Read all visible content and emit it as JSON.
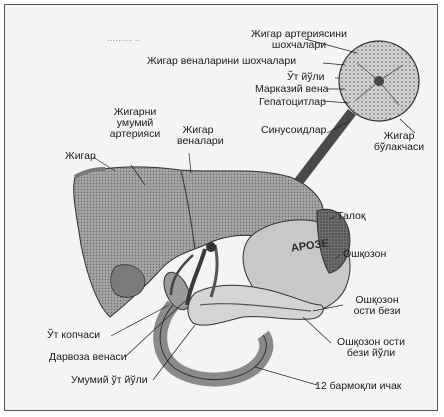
{
  "figure": {
    "small_caption": "......... ..",
    "labels": {
      "hepatic_artery_branches": "Жигар артериясини шохчалари",
      "hepatic_vein_branches": "Жигар веналарини шохчалари",
      "bile_duct": "Ўт йўли",
      "central_vein": "Марказий вена",
      "hepatocytes": "Гепатоцитлар",
      "sinusoids": "Синусоидлар",
      "liver_lobule": "Жигар бўлакчаси",
      "common_hepatic_artery": "Жигарни умумий артерияси",
      "liver_veins": "Жигар веналари",
      "liver": "Жигар",
      "spleen": "Талоқ",
      "stomach": "Ошқозон",
      "pancreas": "Ошқозон ости бези",
      "pancreatic_duct": "Ошқозон ости бези йўли",
      "duodenum": "12 бармоқли ичак",
      "gallbladder": "Ўт копчаси",
      "portal_vein": "Дарвоза венаси",
      "common_bile_duct": "Умумий ўт йўли",
      "organ_text": "АРОЗЕ"
    }
  }
}
